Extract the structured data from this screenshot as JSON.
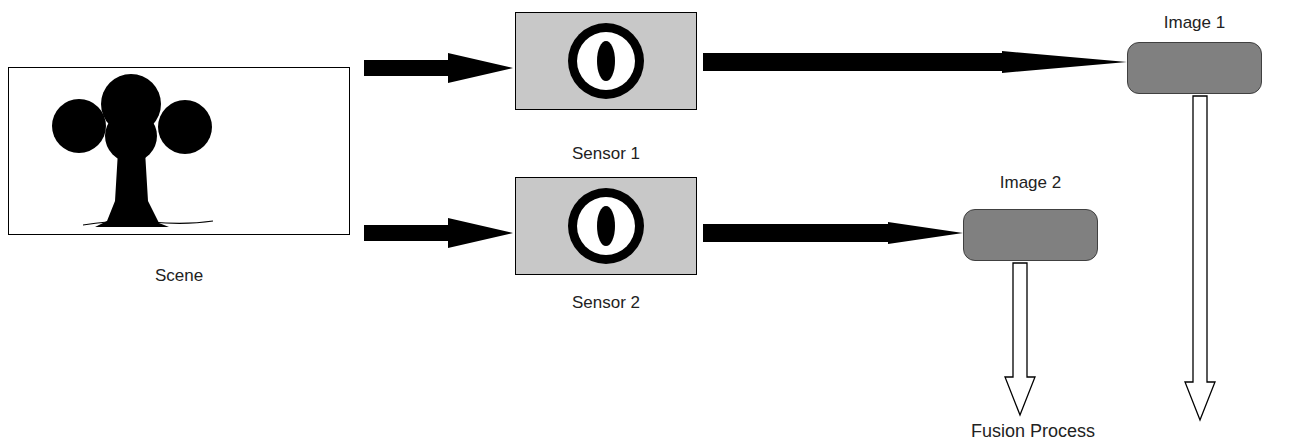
{
  "diagram": {
    "nodes": [
      {
        "text": [
          "Scene"
        ]
      },
      {
        "text": [
          "Sensor 1"
        ]
      },
      {
        "text": [
          "Sensor 2"
        ]
      },
      {
        "text": [
          "Image 1"
        ]
      },
      {
        "text": [
          "Image 2"
        ]
      }
    ],
    "edges": [
      {
        "from": 0,
        "to": 1,
        "arrow": "to"
      },
      {
        "from": 0,
        "to": 2,
        "arrow": "to"
      },
      {
        "from": 1,
        "to": 3,
        "arrow": "to"
      },
      {
        "from": 2,
        "to": 4,
        "arrow": "to"
      }
    ],
    "labels": [
      "Fusion Process"
    ]
  }
}
